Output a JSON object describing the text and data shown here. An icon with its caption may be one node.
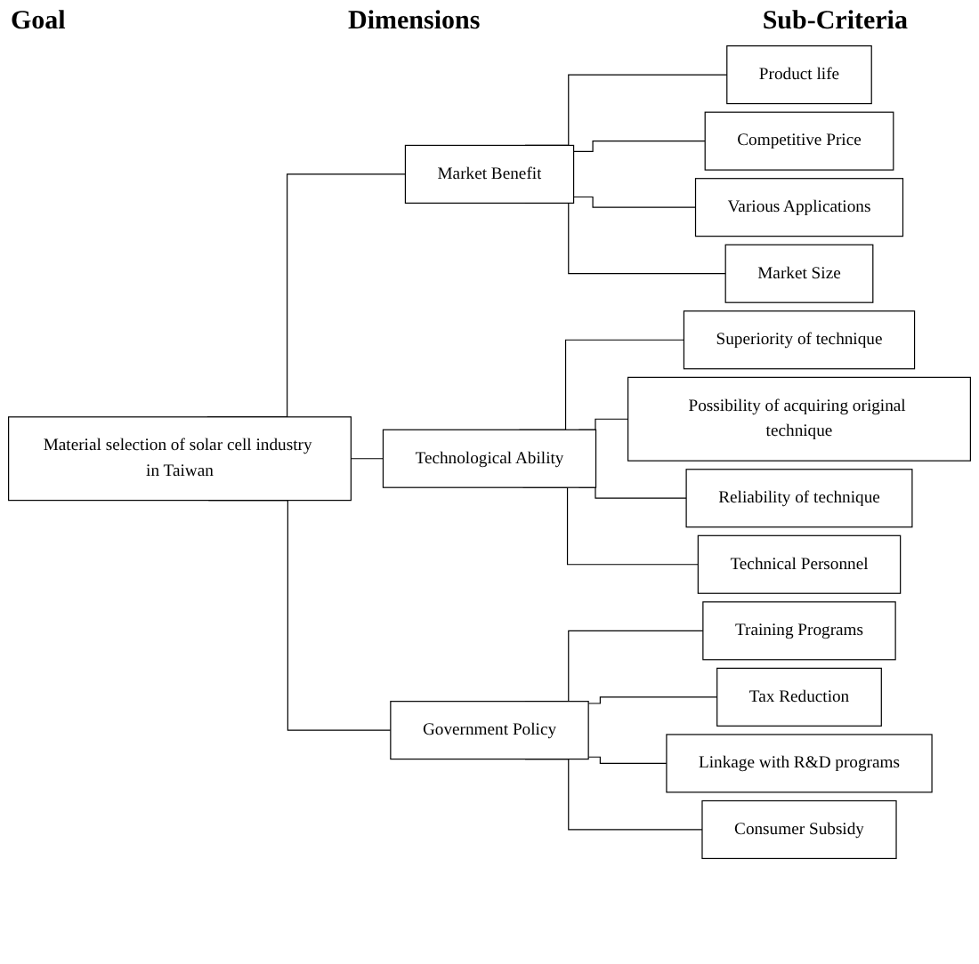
{
  "diagram": {
    "nodes": [
      {
        "text": [
          "Material selection of solar cell industry in Taiwan"
        ]
      },
      {
        "text": [
          "Market Benefit"
        ]
      },
      {
        "text": [
          "Product life"
        ]
      },
      {
        "text": [
          "Competitive Price"
        ]
      },
      {
        "text": [
          "Various Applications"
        ]
      },
      {
        "text": [
          "Market Size"
        ]
      },
      {
        "text": [
          "Technological Ability"
        ]
      },
      {
        "text": [
          "Superiority of technique"
        ]
      },
      {
        "text": [
          "Possibility of acquiring original technique"
        ]
      },
      {
        "text": [
          "Reliability of technique"
        ]
      },
      {
        "text": [
          "Technical Personnel"
        ]
      },
      {
        "text": [
          "Government Policy"
        ]
      },
      {
        "text": [
          "Training Programs"
        ]
      },
      {
        "text": [
          "Tax Reduction"
        ]
      },
      {
        "text": [
          "Linkage with R&D programs"
        ]
      },
      {
        "text": [
          "Consumer Subsidy"
        ]
      }
    ],
    "edges": [
      {
        "from": 0,
        "to": 1,
        "arrow": "none"
      },
      {
        "from": 0,
        "to": 6,
        "arrow": "none"
      },
      {
        "from": 0,
        "to": 11,
        "arrow": "none"
      },
      {
        "from": 1,
        "to": 2,
        "arrow": "none"
      },
      {
        "from": 1,
        "to": 3,
        "arrow": "none"
      },
      {
        "from": 1,
        "to": 4,
        "arrow": "none"
      },
      {
        "from": 1,
        "to": 5,
        "arrow": "none"
      },
      {
        "from": 6,
        "to": 7,
        "arrow": "none"
      },
      {
        "from": 6,
        "to": 8,
        "arrow": "none"
      },
      {
        "from": 6,
        "to": 9,
        "arrow": "none"
      },
      {
        "from": 6,
        "to": 10,
        "arrow": "none"
      },
      {
        "from": 11,
        "to": 12,
        "arrow": "none"
      },
      {
        "from": 11,
        "to": 13,
        "arrow": "none"
      },
      {
        "from": 11,
        "to": 14,
        "arrow": "none"
      },
      {
        "from": 11,
        "to": 15,
        "arrow": "none"
      }
    ],
    "labels": [
      "Goal",
      "Dimensions",
      "Sub-Criteria"
    ]
  }
}
